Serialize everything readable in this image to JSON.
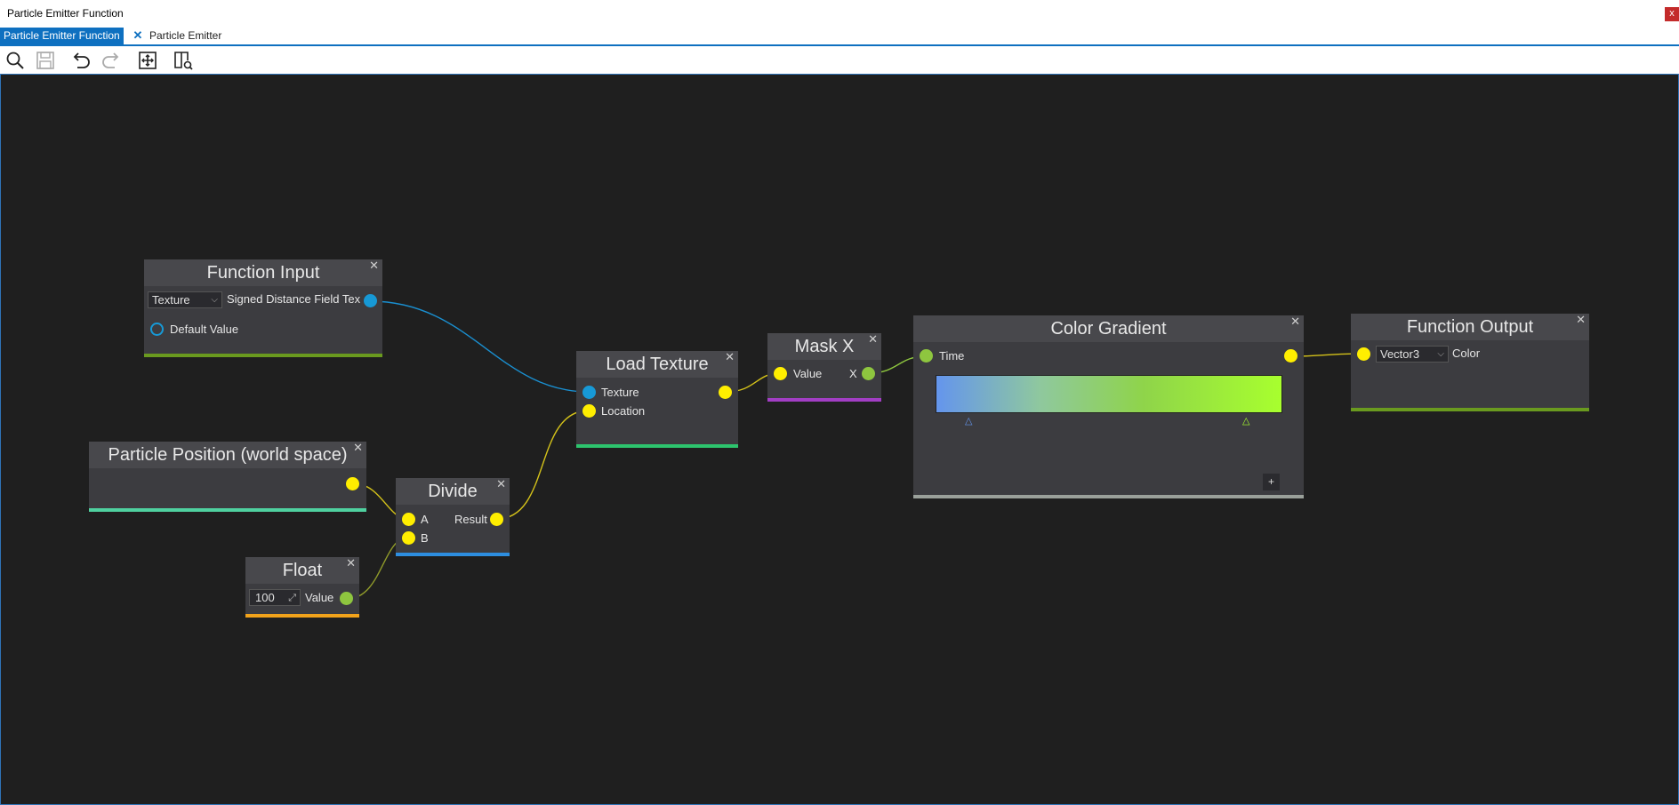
{
  "window": {
    "title": "Particle Emitter Function",
    "close_icon": "x"
  },
  "tabs": [
    {
      "label": "Particle Emitter Function",
      "active": true
    },
    {
      "label": "Particle Emitter",
      "active": false
    }
  ],
  "tab_close_glyph": "✕",
  "toolbar": {
    "icons": [
      "search-icon",
      "save-icon",
      "undo-icon",
      "redo-icon",
      "fit-view-icon",
      "book-search-icon"
    ]
  },
  "nodes": {
    "function_input": {
      "title": "Function Input",
      "type_value": "Texture",
      "output_label": "Signed Distance Field Tex",
      "default_label": "Default Value",
      "bar_color": "#6a9a1f"
    },
    "particle_position": {
      "title": "Particle Position (world space)",
      "bar_color": "#4fd1a0"
    },
    "float": {
      "title": "Float",
      "value": "100",
      "output_label": "Value",
      "bar_color": "#f2a31b"
    },
    "divide": {
      "title": "Divide",
      "input_a": "A",
      "input_b": "B",
      "output_label": "Result",
      "bar_color": "#2d8ee0"
    },
    "load_texture": {
      "title": "Load Texture",
      "input_texture": "Texture",
      "input_location": "Location",
      "bar_color": "#2dc46e"
    },
    "mask_x": {
      "title": "Mask X",
      "input_label": "Value",
      "output_label": "X",
      "bar_color": "#a23ec4"
    },
    "color_gradient": {
      "title": "Color Gradient",
      "input_label": "Time",
      "add_label": "+",
      "bar_color": "#9aa09a",
      "stops": [
        "#6495ed",
        "#a8ff2e"
      ]
    },
    "function_output": {
      "title": "Function Output",
      "type_value": "Vector3",
      "input_label": "Color",
      "bar_color": "#6a9a1f"
    }
  },
  "close_glyph": "✕",
  "colors": {
    "wire_blue": "#1a8fd0",
    "wire_yellow": "#d4c21a",
    "accent": "#0e70c0"
  }
}
